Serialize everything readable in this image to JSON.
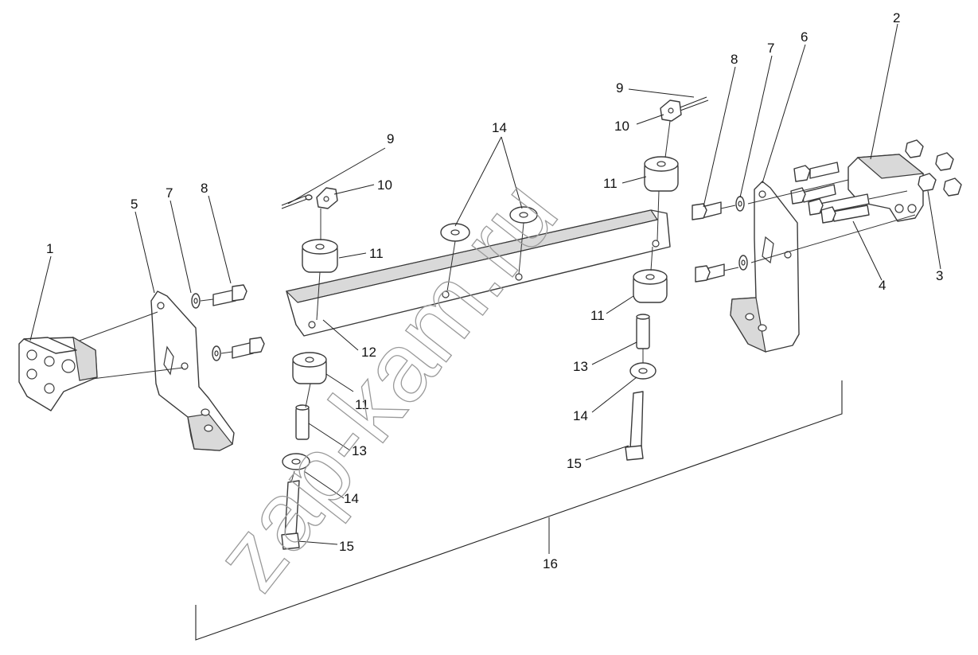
{
  "watermark": "zap-kam.ru",
  "callouts": {
    "c1": "1",
    "c2": "2",
    "c3": "3",
    "c4": "4",
    "c5": "5",
    "c6": "6",
    "c7_left": "7",
    "c7_right": "7",
    "c8_left": "8",
    "c8_right": "8",
    "c9_left": "9",
    "c9_right": "9",
    "c10_left": "10",
    "c10_right": "10",
    "c11_a": "11",
    "c11_b": "11",
    "c11_c": "11",
    "c11_d": "11",
    "c12": "12",
    "c13_left": "13",
    "c13_right": "13",
    "c14_top": "14",
    "c14_left": "14",
    "c14_right": "14",
    "c15_left": "15",
    "c15_right": "15",
    "c16": "16"
  }
}
